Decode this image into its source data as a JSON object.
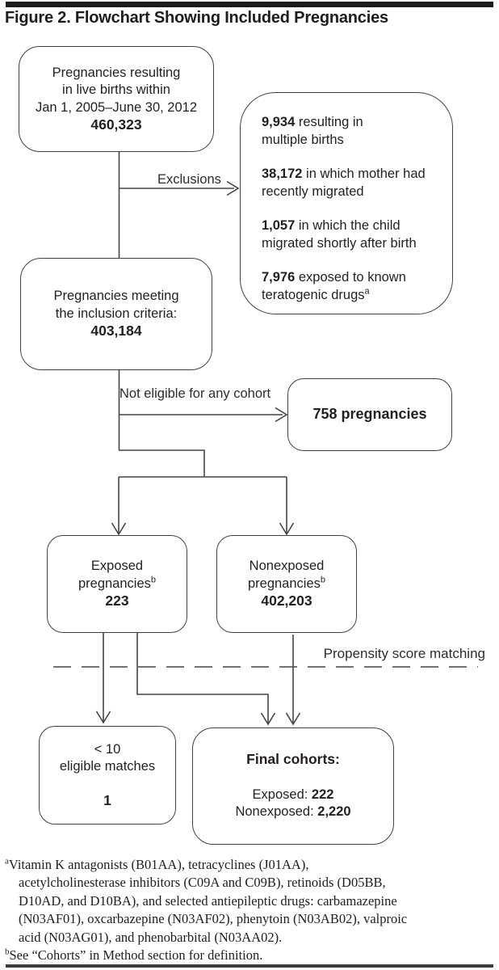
{
  "header": {
    "title": "Figure 2. Flowchart Showing Included Pregnancies"
  },
  "colors": {
    "ink": "#231f20",
    "line": "#454545",
    "rule": "#1b1b1b",
    "background": "#ffffff"
  },
  "flowchart": {
    "source_box": {
      "lines": [
        "Pregnancies resulting",
        "in live births within",
        "Jan 1, 2005–June 30, 2012"
      ],
      "value": "460,323"
    },
    "exclusions_label": "Exclusions",
    "exclusions_box": {
      "items": [
        {
          "value": "9,934",
          "text1": " resulting in",
          "text2": "multiple births",
          "sup": ""
        },
        {
          "value": "38,172",
          "text1": " in which mother had",
          "text2": "recently migrated",
          "sup": ""
        },
        {
          "value": "1,057",
          "text1": " in which the child",
          "text2": "migrated shortly after birth",
          "sup": ""
        },
        {
          "value": "7,976",
          "text1": " exposed to known",
          "text2": "teratogenic drugs",
          "sup": "a"
        }
      ]
    },
    "inclusion_box": {
      "lines": [
        "Pregnancies meeting",
        "the inclusion criteria:"
      ],
      "value": "403,184"
    },
    "not_eligible_label": "Not eligible for any cohort",
    "not_eligible_box": {
      "value": "758 pregnancies"
    },
    "exposed_box": {
      "line1": "Exposed",
      "line2": "pregnancies",
      "sup": "b",
      "value": "223"
    },
    "nonexposed_box": {
      "line1": "Nonexposed",
      "line2": "pregnancies",
      "sup": "b",
      "value": "402,203"
    },
    "propensity_label": "Propensity score matching",
    "matches_box": {
      "line1": "< 10",
      "line2": "eligible matches",
      "value": "1"
    },
    "final_box": {
      "title": "Final cohorts:",
      "exposed_label": "Exposed: ",
      "exposed_value": "222",
      "nonexposed_label": "Nonexposed: ",
      "nonexposed_value": "2,220"
    }
  },
  "footnotes": {
    "a": {
      "marker": "a",
      "lines": [
        "Vitamin K antagonists (B01AA), tetracyclines (J01AA),",
        "acetylcholinesterase inhibitors (C09A and C09B), retinoids (D05BB,",
        "D10AD, and D10BA), and selected antiepileptic drugs: carbamazepine",
        "(N03AF01), oxcarbazepine (N03AF02), phenytoin (N03AB02), valproic",
        "acid (N03AG01), and phenobarbital (N03AA02)."
      ]
    },
    "b": {
      "marker": "b",
      "lines": [
        "See “Cohorts” in Method section for definition."
      ]
    }
  }
}
